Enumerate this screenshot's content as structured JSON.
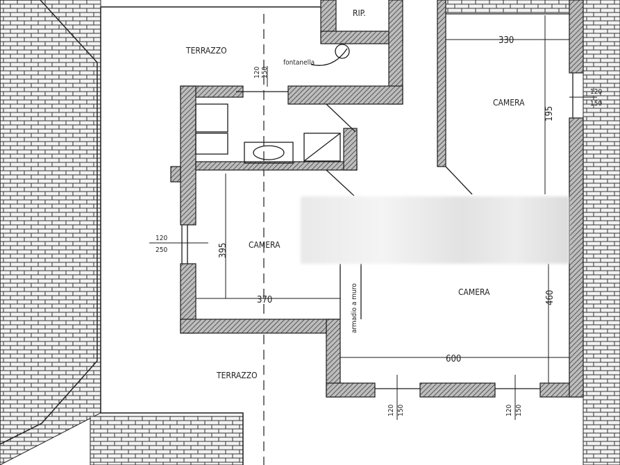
{
  "labels": {
    "room_rip": "RIP.",
    "terrace_top": "TERRAZZO",
    "fountain": "fontanella",
    "camera_top_right": "CAMERA",
    "camera_left": "CAMERA",
    "camera_bottom_right": "CAMERA",
    "terrace_bottom": "TERRAZZO",
    "wardrobe": "armadio a muro"
  },
  "dimensions": {
    "dim_330": "330",
    "dim_195": "195",
    "dim_370": "370",
    "dim_395": "395",
    "dim_600": "600",
    "dim_460": "460",
    "win_top_a": "120",
    "win_top_b": "150",
    "win_right_a": "120",
    "win_right_b": "150",
    "win_left_a": "120",
    "win_left_b": "250",
    "win_bot1_a": "120",
    "win_bot1_b": "150",
    "win_bot2_a": "120",
    "win_bot2_b": "150"
  },
  "colors": {
    "wall_fill": "#9c9c9c",
    "line": "#1a1a1a",
    "tile_bg": "#f2f2f2"
  }
}
